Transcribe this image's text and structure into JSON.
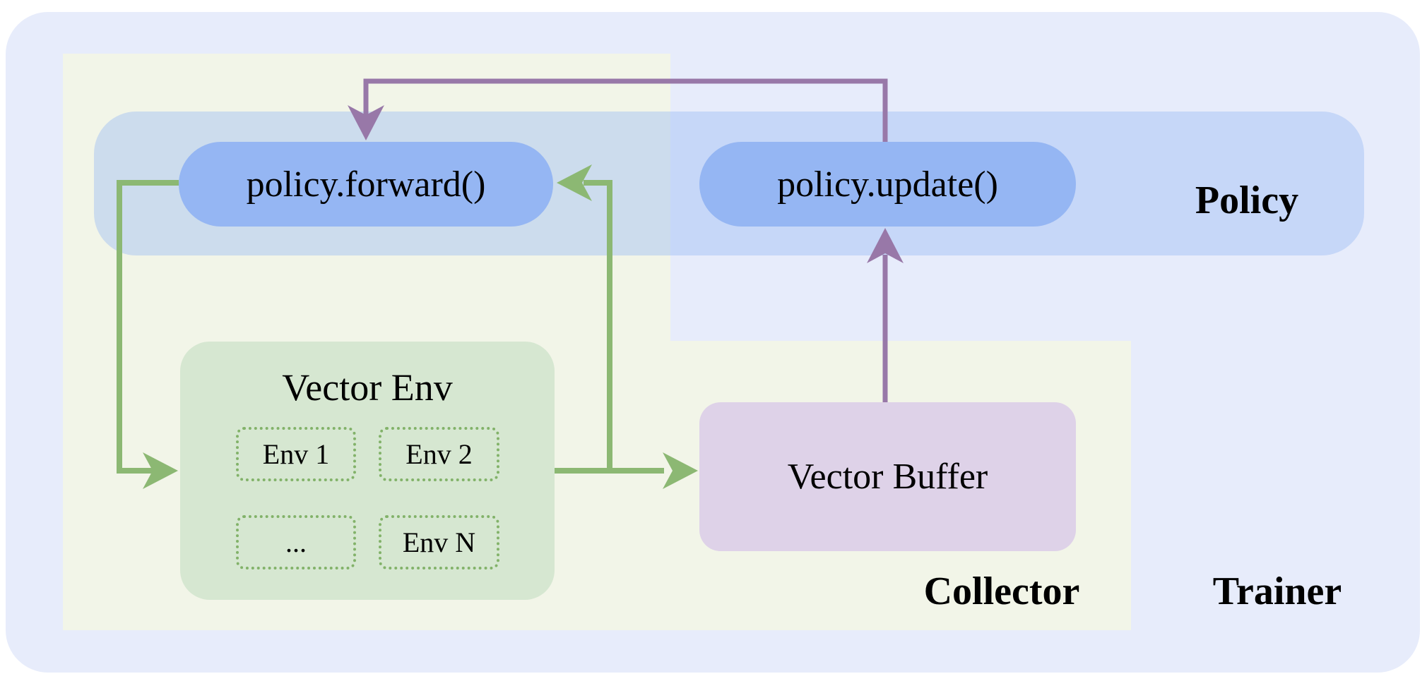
{
  "diagram": {
    "title_regions": {
      "trainer_label": "Trainer",
      "collector_label": "Collector",
      "policy_label": "Policy"
    },
    "policy": {
      "forward_label": "policy.forward()",
      "update_label": "policy.update()"
    },
    "vector_env": {
      "title": "Vector Env",
      "envs": [
        "Env 1",
        "Env 2",
        "...",
        "Env N"
      ]
    },
    "vector_buffer": {
      "label": "Vector Buffer"
    },
    "colors": {
      "trainer_bg": "#e7ecfb",
      "collector_bg": "#f2f5e8",
      "policy_band": "#cddcf8",
      "pill_blue": "#95b6f3",
      "vector_env_green": "#d6e7d1",
      "env_dotted_border": "#82b269",
      "buffer_purple": "#ded2e8",
      "arrow_green": "#8cb873",
      "arrow_purple": "#9878a8",
      "text": "#000000"
    }
  }
}
